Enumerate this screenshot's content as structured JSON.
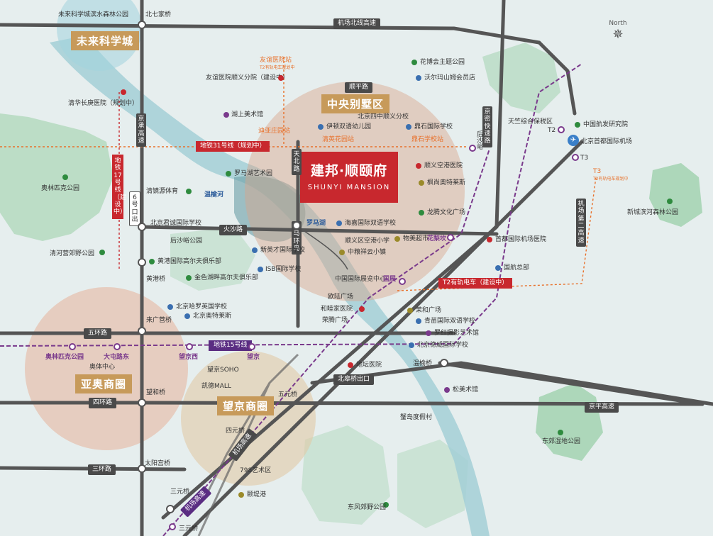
{
  "compass": {
    "label": "North"
  },
  "logo": {
    "cn": "建邦·顺颐府",
    "en": "SHUNYI MANSION"
  },
  "areas": {
    "future_city": "未来科学城",
    "central_villa": "中央别墅区",
    "yaao": "亚奥商圈",
    "wangjing": "望京商圈"
  },
  "roads": {
    "airport_north": "机场北线高速",
    "shunping": "顺平路",
    "jingmi": "京密快速路",
    "jingcheng": "京承高速",
    "tianbei": "天北路",
    "huosha": "火沙路",
    "luoma": "罗马环岛",
    "airport_second": "机场第二高速",
    "wuhuan": "五环路",
    "sihuan": "四环路",
    "sanhuan": "三环路",
    "beigao": "北皋桥出口",
    "jingping": "京平高速",
    "airport_expr": "机场高速",
    "airport_expr2": "机场高速"
  },
  "transit": {
    "line31": "地铁31号线（规划中）",
    "line17": "地铁17号线（建设中）",
    "line15": "地铁15号线",
    "line6": "6号口出",
    "t2rail": "T2有轨电车（建设中）"
  },
  "labels": {
    "future_park": "未来科学城滨水森林公园",
    "beiqijia": "北七家桥",
    "qinghua": "清华长庚医院",
    "qinghua_note": "（规划中）",
    "aolin_park": "奥林匹克公园",
    "qinghe_park": "清河营郊野公园",
    "huagang": "花博会主题公园",
    "walmart": "沃尔玛山姆会员店",
    "youyi_station": "友谊医院站",
    "youyi_station_note": "T2有轨电车规划中",
    "youyi_hospital": "友谊医院顺义分院（建设中）",
    "hushang": "湖上美术馆",
    "yilan": "伊顿双语幼儿园",
    "siyi": "北京四中顺义分校",
    "dingshi": "鼎石国际学校",
    "qingying": "清英花园站",
    "dixinzhuang": "迪亚庄园站",
    "dingshi_station": "鼎石学校站",
    "tianzhu": "天竺综合保税区",
    "hangfa": "中国航发研究院",
    "capital_airport": "北京首都国际机场",
    "t2": "T2",
    "t3": "T3",
    "t3b": "T3",
    "t3_note": "T2有轨电车规划中",
    "houshayu": "后沙峪",
    "shunyi_school": "顺义空港医院",
    "fengshang": "枫尚奥特莱斯",
    "longteng": "龙腾文化广场",
    "luohu_art": "罗马湖艺术园",
    "qingjing": "清镜源体育",
    "wenyu_river": "温榆河",
    "junyi": "北京君诚国际学校",
    "houniu": "后沙峪公园",
    "luoma_lake": "罗马湖",
    "haijia": "海嘉国际双语学校",
    "shunyi_kong": "顺义区空港小学",
    "xinying": "新英才国际学校",
    "zhongliang": "中粮祥云小镇",
    "isb": "ISB国际学校",
    "wumei": "物美超市",
    "huali": "花梨坎",
    "shoudu_intl": "首都国际机场医院",
    "guozhan": "中国国际展览中心",
    "guozhan_station": "国展",
    "guohang": "国航总部",
    "yuegang": "黄港国际高尔夫俱乐部",
    "jinse": "金色湖畔高尔夫俱乐部",
    "huanggang": "黄港桥",
    "beijing_hap": "北京哈罗英国学校",
    "beijing_ola": "北京奥特莱斯",
    "laiguang": "来广营桥",
    "oushang": "欧陆广场",
    "heyijia": "和睦家医院",
    "rongtai": "荣腾广场",
    "molihe": "茉和广场",
    "qingmiao": "青苗国际双语学校",
    "luohong": "罗红摄影艺术馆",
    "dewei": "北京德威国际学校",
    "aolin_station": "奥林匹克公园",
    "datun": "大屯路东",
    "aoti": "奥体中心",
    "wangjingxi": "望京西",
    "wangjing_st": "望京",
    "wangjing_soho": "望京SOHO",
    "kaide": "凯德MALL",
    "ditan": "地坛医院",
    "wenyuqiao": "温榆桥",
    "songmei": "松美术馆",
    "xiedao": "蟹岛度假村",
    "dongba": "东郊湿地公园",
    "wanghe": "望和桥",
    "wuyuan": "五元桥",
    "siyuan": "四元桥",
    "art798": "798艺术区",
    "taiyanggong": "太阳宫桥",
    "sanyuan": "三元桥",
    "sanyuan2": "三元桥",
    "yiyuan": "颐堤港",
    "dongfeng": "东风郊野公园",
    "xincheng": "新城滨河森林公园"
  }
}
